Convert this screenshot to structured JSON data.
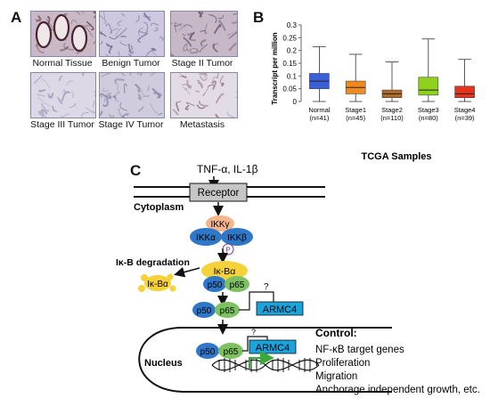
{
  "panels": {
    "a": "A",
    "b": "B",
    "c": "C"
  },
  "tissue_images": [
    {
      "label": "Normal Tissue",
      "bg": "#c9b8c6",
      "fg": "#5e3a44"
    },
    {
      "label": "Benign Tumor",
      "bg": "#cdc8df",
      "fg": "#6e6890"
    },
    {
      "label": "Stage II Tumor",
      "bg": "#c6b8c6",
      "fg": "#6a5070"
    },
    {
      "label": "Stage III Tumor",
      "bg": "#dcd8e6",
      "fg": "#9a96b2"
    },
    {
      "label": "Stage IV Tumor",
      "bg": "#d0ccdd",
      "fg": "#8a86a6"
    },
    {
      "label": "Metastasis",
      "bg": "#e2dce6",
      "fg": "#8b6a78"
    }
  ],
  "chart_data": {
    "type": "box",
    "xlabel": "TCGA Samples",
    "ylabel": "Transcript per million",
    "ylim": [
      0,
      0.3
    ],
    "yticks": [
      "0",
      "0.05",
      "0.1",
      "0.15",
      "0.2",
      "0.25",
      "0.3"
    ],
    "categories": [
      {
        "name": "Normal",
        "n": "(n=41)",
        "color": "#3b5fd8",
        "min": 0.0,
        "q1": 0.05,
        "median": 0.08,
        "q3": 0.11,
        "max": 0.215
      },
      {
        "name": "Stage1",
        "n": "(n=45)",
        "color": "#f08a1c",
        "min": 0.0,
        "q1": 0.03,
        "median": 0.055,
        "q3": 0.08,
        "max": 0.185
      },
      {
        "name": "Stage2",
        "n": "(n=110)",
        "color": "#b06a2a",
        "min": 0.0,
        "q1": 0.015,
        "median": 0.03,
        "q3": 0.045,
        "max": 0.155
      },
      {
        "name": "Stage3",
        "n": "(n=80)",
        "color": "#8fd11e",
        "min": 0.0,
        "q1": 0.025,
        "median": 0.045,
        "q3": 0.095,
        "max": 0.245
      },
      {
        "name": "Stage4",
        "n": "(n=39)",
        "color": "#e8321c",
        "min": 0.0,
        "q1": 0.015,
        "median": 0.03,
        "q3": 0.06,
        "max": 0.165
      }
    ]
  },
  "diagram": {
    "stimulus": "TNF-α, IL-1β",
    "receptor": "Receptor",
    "cytoplasm": "Cytoplasm",
    "ikkg": "IKKγ",
    "ikka": "IKKα",
    "ikkb": "IKKβ",
    "p": "P",
    "degradation": "Iκ-B degradation",
    "ikba": "Iκ-Bα",
    "ikba2": "Iκ-Bα",
    "p50": "p50",
    "p65": "p65",
    "armc4": "ARMC4",
    "question": "?",
    "nucleus": "Nucleus",
    "control_title": "Control:",
    "control_items": [
      "NF-κB target genes",
      "Proliferation",
      "Migration",
      "Anchorage independent growth, etc."
    ],
    "colors": {
      "ikkg": "#f3b48e",
      "ikka": "#2f77c8",
      "ikkb": "#2f77c8",
      "ikba": "#f6d23a",
      "p50": "#2f77c8",
      "p65": "#7dc160",
      "armc4": "#1ba3dc",
      "receptor": "#c6c6c6"
    }
  }
}
